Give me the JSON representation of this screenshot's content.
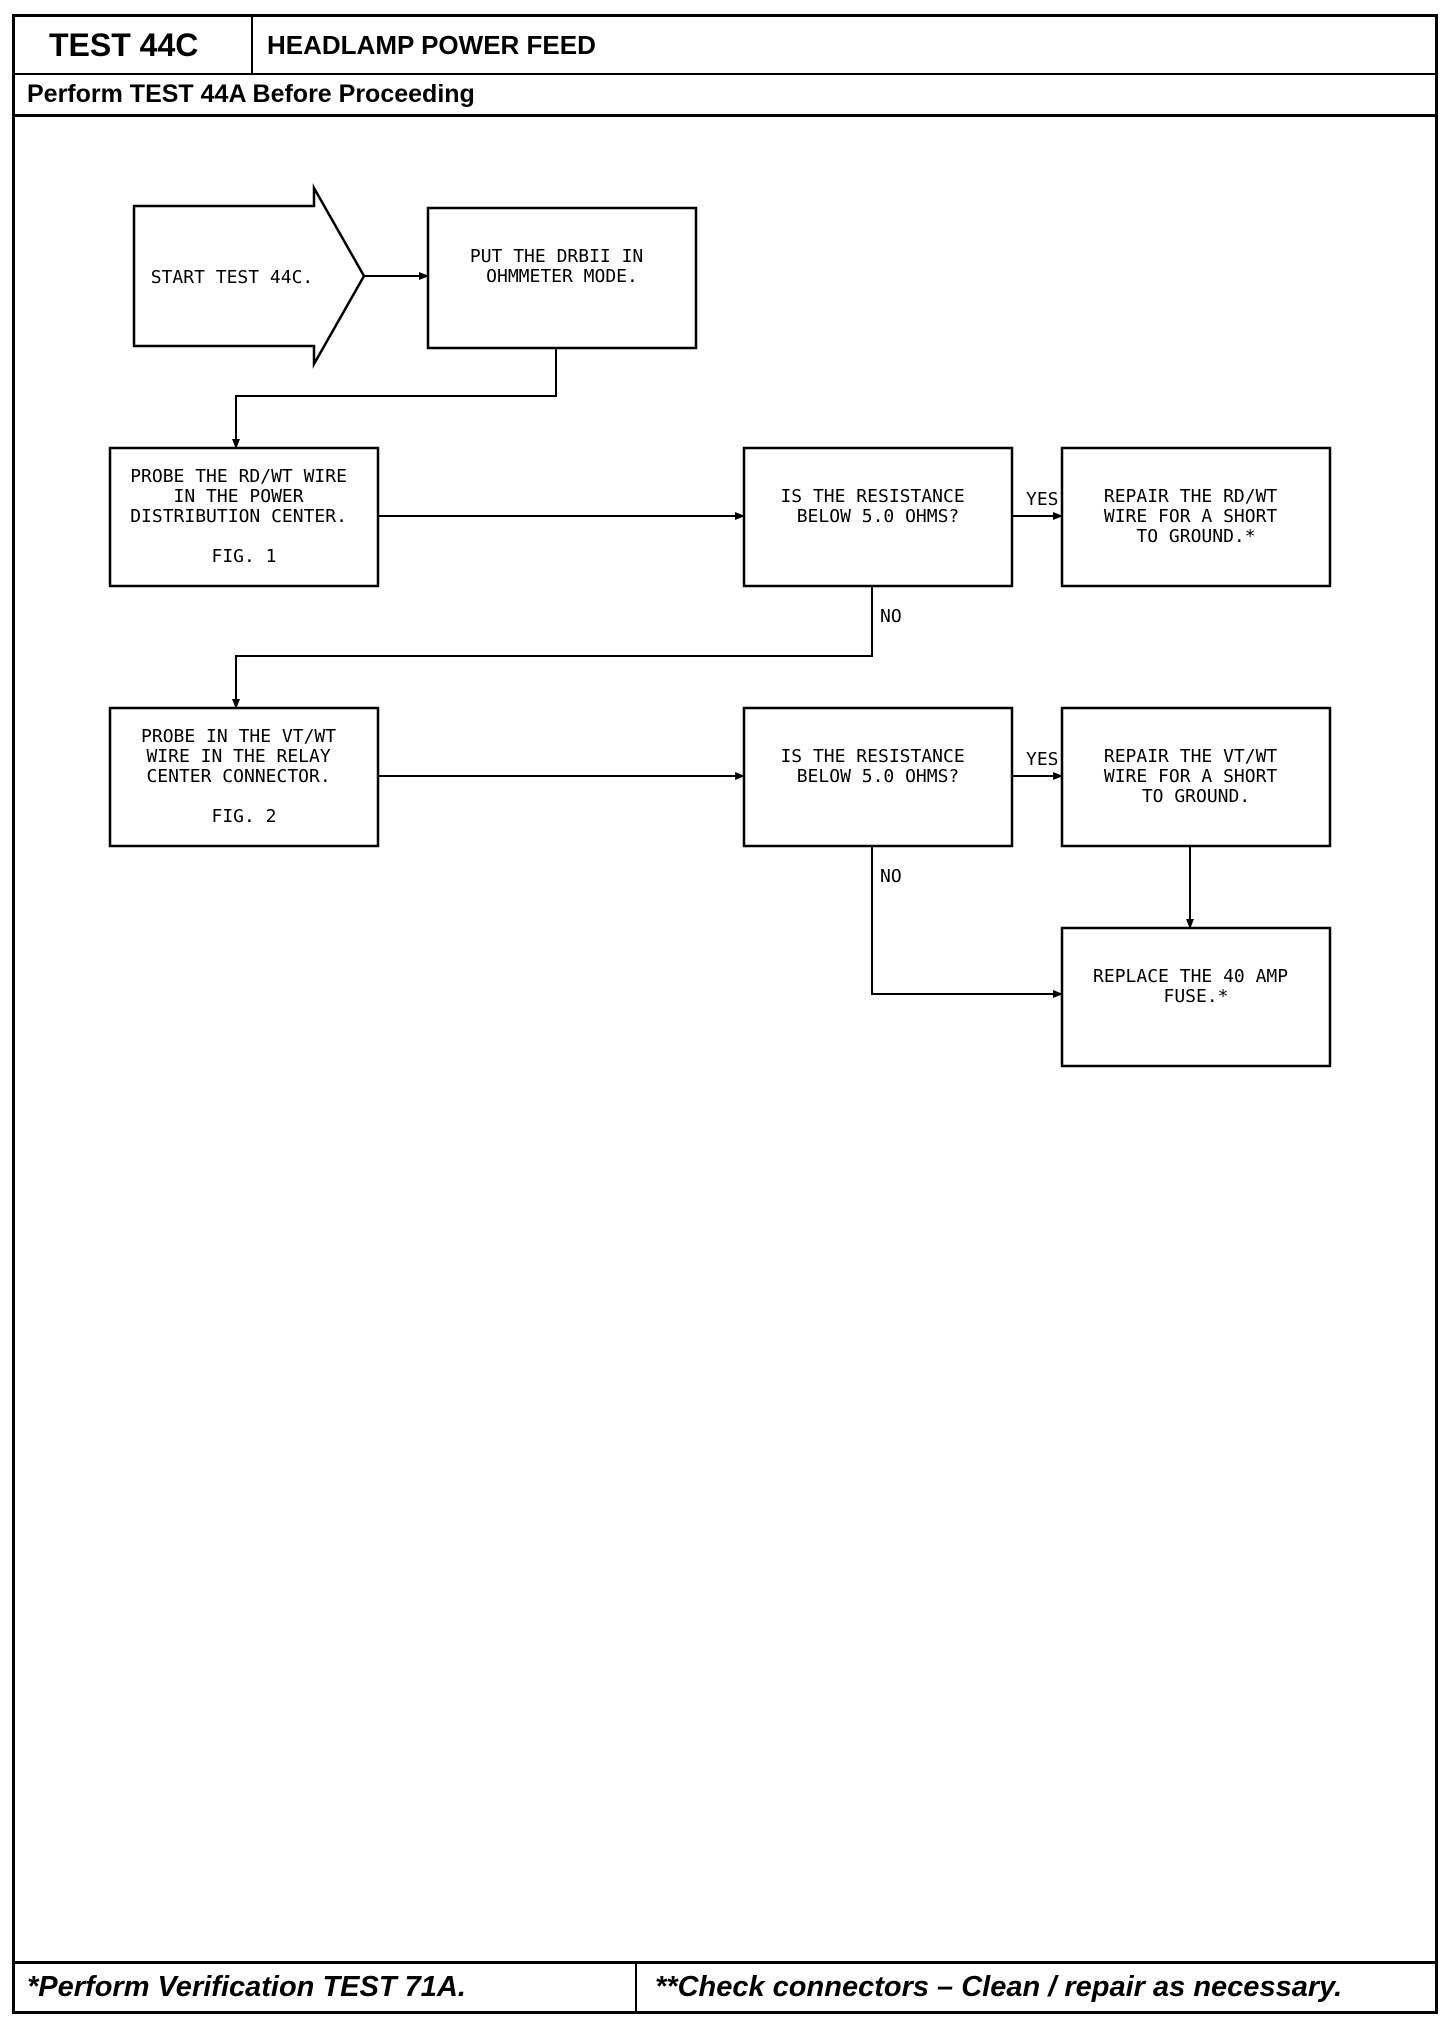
{
  "header": {
    "test_id": "TEST 44C",
    "title": "HEADLAMP POWER FEED",
    "prerequisite": "Perform TEST 44A Before Proceeding"
  },
  "flow": {
    "start": [
      "START TEST 44C."
    ],
    "put_drb": [
      "PUT THE DRBII IN",
      "OHMMETER MODE."
    ],
    "probe_rd": [
      "PROBE THE RD/WT WIRE",
      "IN THE POWER",
      "DISTRIBUTION CENTER.",
      "",
      "FIG. 1"
    ],
    "decision_1": [
      "IS THE RESISTANCE",
      "BELOW 5.0 OHMS?"
    ],
    "repair_rd": [
      "REPAIR THE RD/WT",
      "WIRE FOR A SHORT",
      "TO GROUND.*"
    ],
    "probe_vt": [
      "PROBE IN THE VT/WT",
      "WIRE IN THE RELAY",
      "CENTER CONNECTOR.",
      "",
      "FIG. 2"
    ],
    "decision_2": [
      "IS THE RESISTANCE",
      "BELOW 5.0 OHMS?"
    ],
    "repair_vt": [
      "REPAIR THE VT/WT",
      "WIRE FOR A SHORT",
      "TO GROUND."
    ],
    "replace_fuse": [
      "REPLACE THE 40 AMP",
      "FUSE.*"
    ],
    "yes_1": "YES",
    "no_1": "NO",
    "yes_2": "YES",
    "no_2": "NO"
  },
  "footer": {
    "left": "*Perform Verification TEST 71A.",
    "right": "**Check connectors – Clean / repair as necessary."
  }
}
